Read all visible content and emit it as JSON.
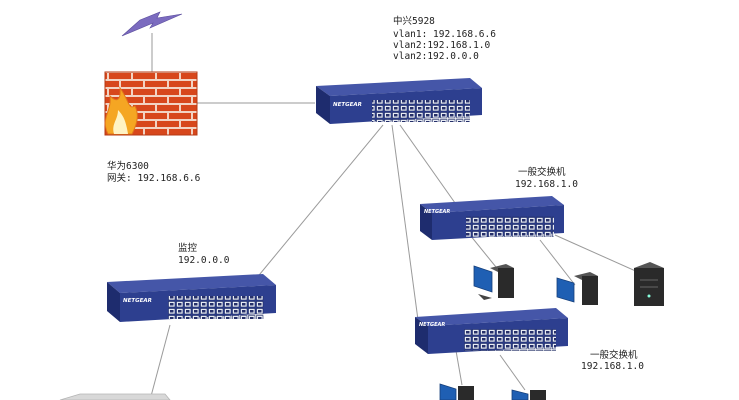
{
  "colors": {
    "switch_body": "#2d3f8f",
    "switch_top": "#4556a8",
    "port": "#e8ecf4",
    "firewall_brick": "#d7471c",
    "firewall_mortar": "#f2d3c3",
    "flame": "#f5a623",
    "lightning": "#7b6bbf",
    "link": "#9a9a9a",
    "screen": "#1f5fb3",
    "tower": "#2a2a2a"
  },
  "icons": {
    "cloud": "lightning-icon",
    "firewall": "firewall-icon",
    "switch": "network-switch-icon",
    "pc": "computer-icon",
    "server": "server-tower-icon"
  },
  "switch_brand": "NETGEAR",
  "labels": {
    "zte": {
      "name": "中兴5928",
      "vlan1": "vlan1: 192.168.6.6",
      "vlan2a": "vlan2:192.168.1.0",
      "vlan2b": "vlan2:192.0.0.0"
    },
    "huawei": {
      "name": "华为6300",
      "gateway": "网关: 192.168.6.6"
    },
    "monitor": {
      "name": "监控",
      "ip": "192.0.0.0"
    },
    "switch_a": {
      "name": "一般交换机",
      "ip": "192.168.1.0"
    },
    "switch_b": {
      "name": "一般交换机",
      "ip": "192.168.1.0"
    }
  }
}
